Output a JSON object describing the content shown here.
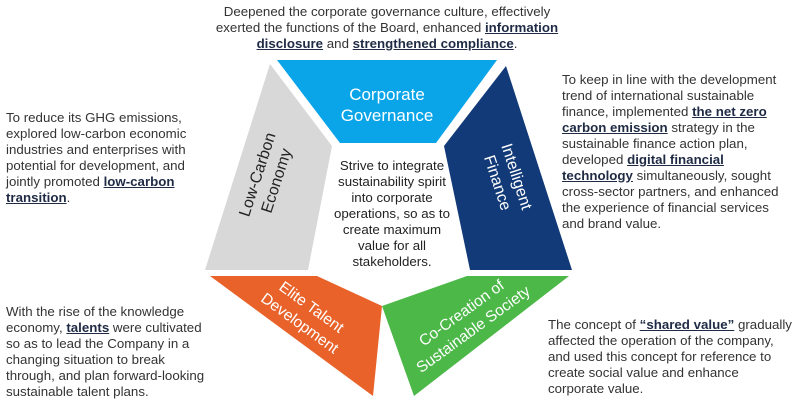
{
  "segments": {
    "top": {
      "line1": "Corporate",
      "line2": "Governance",
      "color": "#0aa4e8"
    },
    "right": {
      "line1": "Intelligent",
      "line2": "Finance",
      "color": "#123a78"
    },
    "bottom_right": {
      "line1": "Co-Creation of",
      "line2": "Sustainable Society",
      "color": "#4cb848"
    },
    "bottom_left": {
      "line1": "Elite Talent",
      "line2": "Development",
      "color": "#e8622a"
    },
    "left": {
      "line1": "Low-Carbon",
      "line2": "Economy",
      "color": "#d8d8d8"
    }
  },
  "center": {
    "lines": [
      "Strive to integrate",
      "sustainability spirit",
      "into corporate",
      "operations, so as to",
      "create maximum",
      "value for all",
      "stakeholders."
    ]
  },
  "descriptions": {
    "top": {
      "part1": "Deepened the corporate governance culture, effectively exerted the functions of the Board, enhanced ",
      "em1": "information disclosure",
      "part2": " and ",
      "em2": "strengthened compliance",
      "part3": "."
    },
    "left": {
      "part1": "To reduce its GHG emissions, explored low-carbon economic industries and enterprises with potential for development, and jointly promoted ",
      "em1": "low-carbon transition",
      "part2": "."
    },
    "right": {
      "part1": "To keep in line with the development trend of international sustainable finance, implemented ",
      "em1": "the net zero carbon emission",
      "part2": " strategy in the sustainable finance action plan, developed ",
      "em2": "digital financial technology",
      "part3": " simultaneously, sought cross-sector partners, and enhanced the experience of financial services and brand value."
    },
    "bottom_left": {
      "part1": "With the rise of the knowledge economy, ",
      "em1": "talents",
      "part2": " were cultivated so as to lead the Company in a changing situation to break through, and plan forward-looking sustainable talent plans."
    },
    "bottom_right": {
      "part1": "The concept of ",
      "em1": "“shared value”",
      "part2": " gradually affected the operation of the company, and used this concept for reference to create social value and enhance corporate value."
    }
  }
}
